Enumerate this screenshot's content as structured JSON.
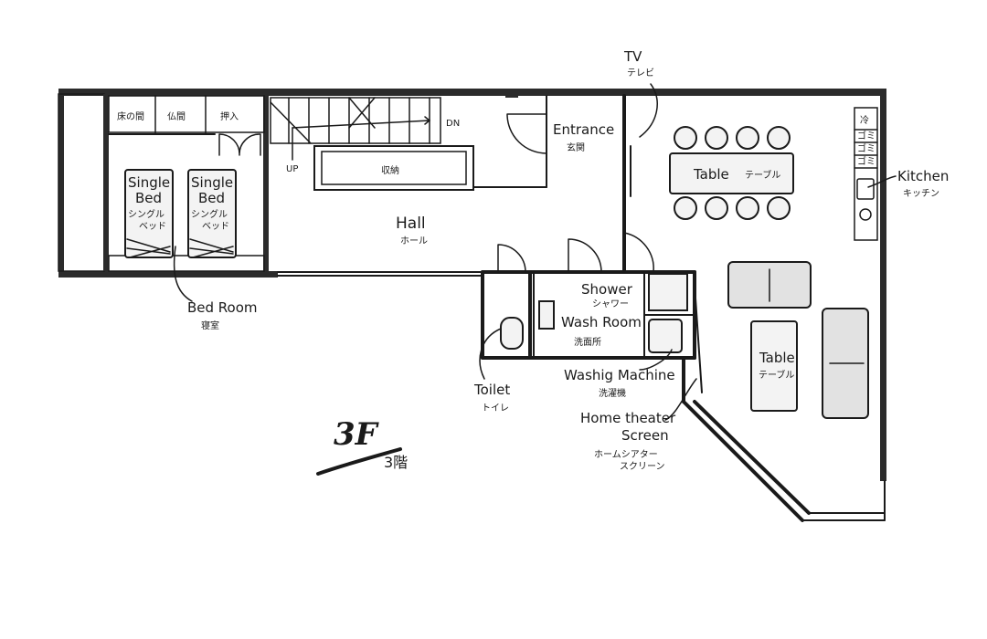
{
  "floor_plan": {
    "floor_title": "3F",
    "floor_title_jp": "3階",
    "rooms": {
      "tokonoma": "床の間",
      "butsuma": "仏間",
      "oshiire": "押入",
      "storage": "収納",
      "hall_en": "Hall",
      "hall_jp": "ホール",
      "entrance_en": "Entrance",
      "entrance_jp": "玄関",
      "bedroom_en": "Bed Room",
      "bedroom_jp": "寝室",
      "single_bed_1_line1": "Single",
      "single_bed_1_line2": "Bed",
      "single_bed_1_jp_line1": "シングル",
      "single_bed_1_jp_line2": "ベッド",
      "single_bed_2_line1": "Single",
      "single_bed_2_line2": "Bed",
      "single_bed_2_jp_line1": "シングル",
      "single_bed_2_jp_line2": "ベッド",
      "shower_en": "Shower",
      "shower_jp": "シャワー",
      "washroom_en": "Wash Room",
      "washroom_jp": "洗面所",
      "washing_machine_en": "Washig Machine",
      "washing_machine_jp": "洗濯機",
      "toilet_en": "Toilet",
      "toilet_jp": "トイレ",
      "home_theater_en_line1": "Home theater",
      "home_theater_en_line2": "Screen",
      "home_theater_jp_line1": "ホームシアター",
      "home_theater_jp_line2": "スクリーン",
      "tv_en": "TV",
      "tv_jp": "テレビ",
      "kitchen_en": "Kitchen",
      "kitchen_jp": "キッチン",
      "table_dining_en": "Table",
      "table_dining_jp": "テーブル",
      "table_living_en": "Table",
      "table_living_jp": "テーブル",
      "fridge": "冷",
      "trash_1": "ゴミ",
      "trash_2": "ゴミ",
      "trash_3": "ゴミ",
      "stair_up": "UP",
      "stair_down": "DN"
    }
  }
}
